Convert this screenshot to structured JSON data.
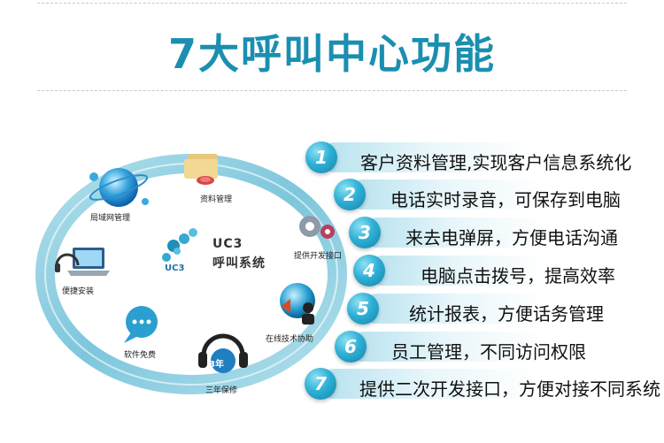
{
  "header": {
    "title": "7大呼叫中心功能"
  },
  "center": {
    "line1": "UC3",
    "line2": "呼叫系统",
    "logo_text": "UC3"
  },
  "diagram_labels": {
    "data_mgmt": "资料管理",
    "lan_mgmt": "局域网管理",
    "dev_interface": "提供开发接口",
    "easy_install": "便捷安装",
    "online_support": "在线技术协助",
    "free_software": "软件免费",
    "warranty": "三年保修",
    "warranty_badge": "3年"
  },
  "features": [
    {
      "num": "1",
      "text": "客户资料管理,实现客户信息系统化"
    },
    {
      "num": "2",
      "text": "电话实时录音，可保存到电脑"
    },
    {
      "num": "3",
      "text": "来去电弹屏，方便电话沟通"
    },
    {
      "num": "4",
      "text": "电脑点击拨号，提高效率"
    },
    {
      "num": "5",
      "text": "统计报表，方便话务管理"
    },
    {
      "num": "6",
      "text": "员工管理，不同访问权限"
    },
    {
      "num": "7",
      "text": "提供二次开发接口，方便对接不同系统"
    }
  ],
  "colors": {
    "accent": "#1a8fb0",
    "ring": "#7ec9dc",
    "badge": "#2fb0d6"
  }
}
